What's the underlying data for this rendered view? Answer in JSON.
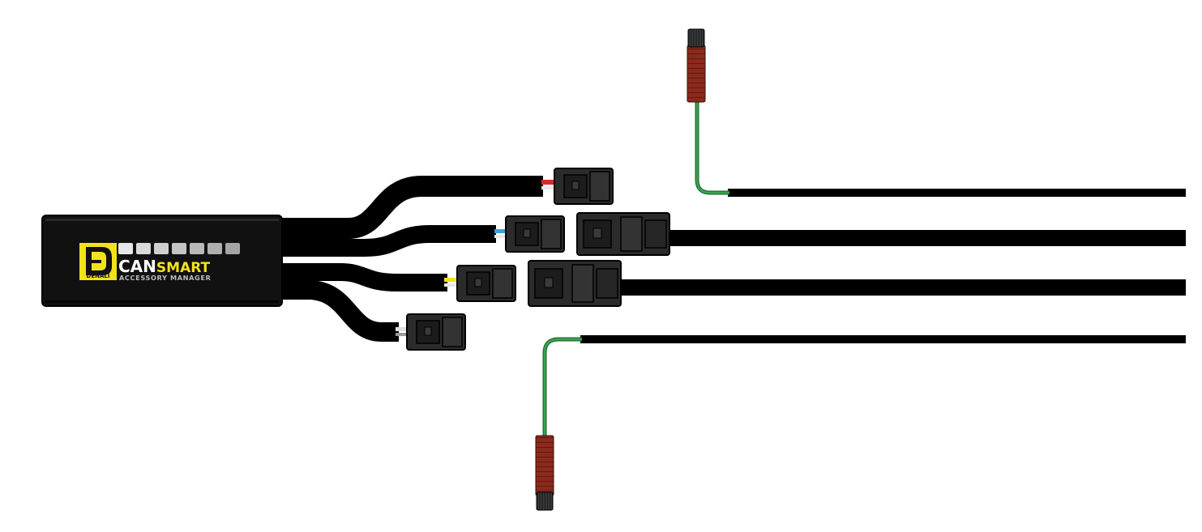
{
  "product": {
    "logo_text": "DENALI",
    "name_part1": "CAN",
    "name_part2": "SMART",
    "subtitle": "ACCESSORY MANAGER"
  },
  "colors": {
    "wire": "#000000",
    "module": "#111111",
    "connector": "#2b2b2b",
    "brand_yellow": "#f2e21b",
    "lead_green": "#2e8b3e",
    "fuse_red": "#8b2a1c",
    "led_gray": "#bfbfbf"
  },
  "leds": {
    "count": 7
  }
}
